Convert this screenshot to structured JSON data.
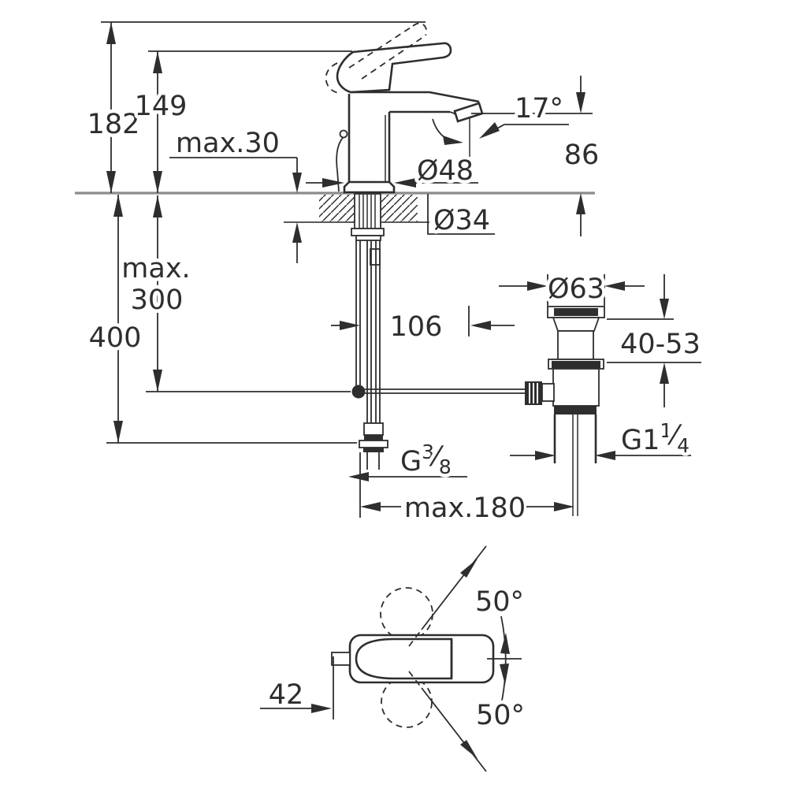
{
  "colors": {
    "ink": "#2e2e2e",
    "counter_line": "#8c8c8c",
    "background": "#ffffff"
  },
  "drawing": {
    "type": "technical-dimension-drawing",
    "subject": "single-lever basin mixer faucet with pop-up waste, front view and top view",
    "front_view": {
      "height_handle_raised": "182",
      "height_handle": "149",
      "deck_thickness_max": "max.30",
      "spout_angle": "17°",
      "spout_outlet_height": "86",
      "base_diameter": "Ø48",
      "mounting_hole_diameter": "Ø34",
      "popup_rod_depth_line1": "max.",
      "popup_rod_depth_line2": "300",
      "supply_hose_length": "400",
      "spout_reach": "106"
    },
    "waste_assembly": {
      "flange_diameter": "Ø63",
      "clamping_range": "40-53",
      "outlet_thread": {
        "base": "G1",
        "sup": "1",
        "frac": "⁄",
        "sub": "4"
      }
    },
    "below_deck": {
      "supply_thread": {
        "base": "G",
        "sup": "3",
        "frac": "⁄",
        "sub": "8"
      },
      "drain_distance": "max.180"
    },
    "top_view": {
      "lever_offset": "42",
      "swivel_angle_up": "50°",
      "swivel_angle_down": "50°"
    }
  }
}
